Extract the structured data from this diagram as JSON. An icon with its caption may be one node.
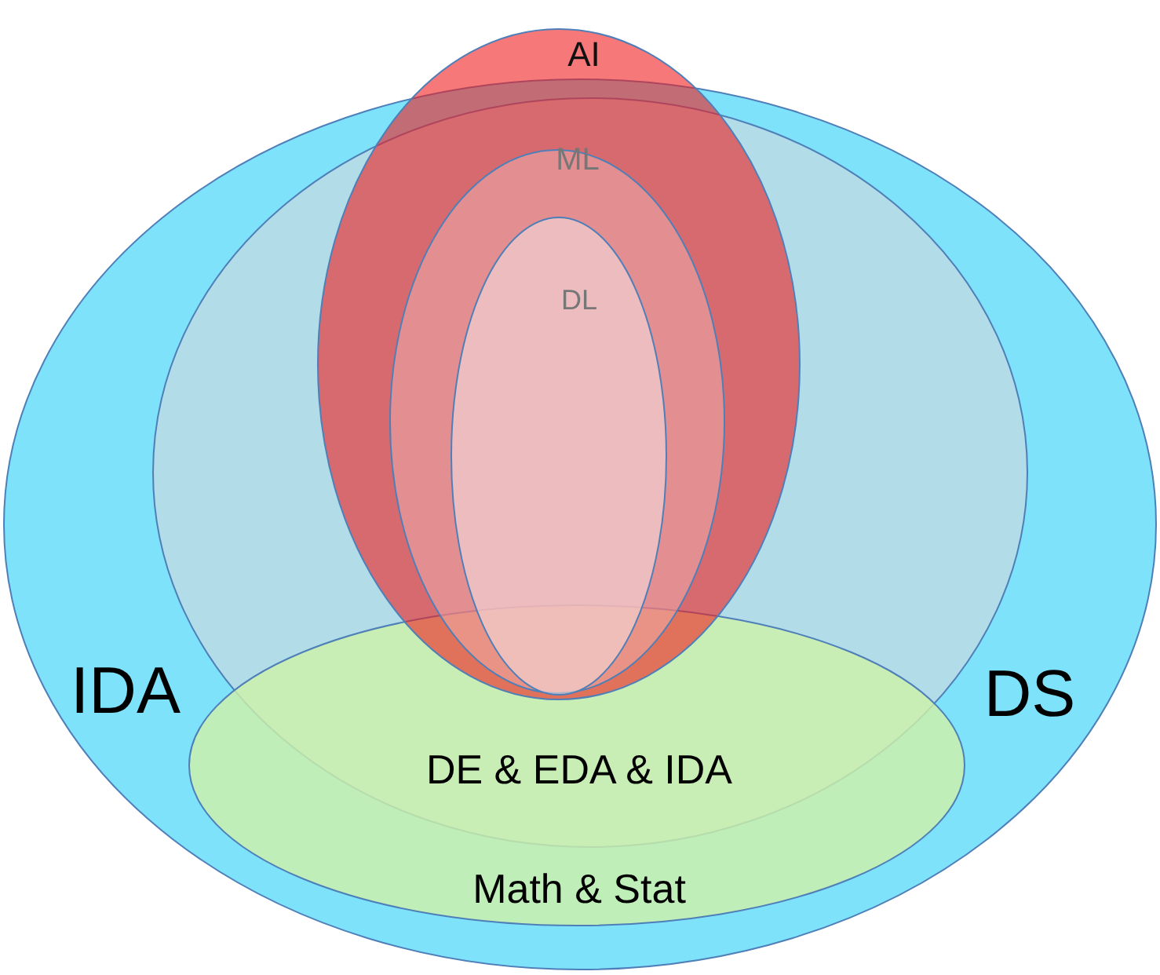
{
  "diagram": {
    "nodes": [
      {
        "text": [
          "IDA"
        ]
      },
      {
        "text": [
          "DS"
        ],
        "in": 0
      },
      {
        "text": [
          "AI"
        ]
      },
      {
        "text": [
          "ML"
        ],
        "in": 2
      },
      {
        "text": [
          "DL"
        ],
        "in": 3
      },
      {
        "text": [
          "Math & Stat"
        ],
        "in": 0
      }
    ],
    "labels": [
      "DE & EDA & IDA"
    ]
  }
}
